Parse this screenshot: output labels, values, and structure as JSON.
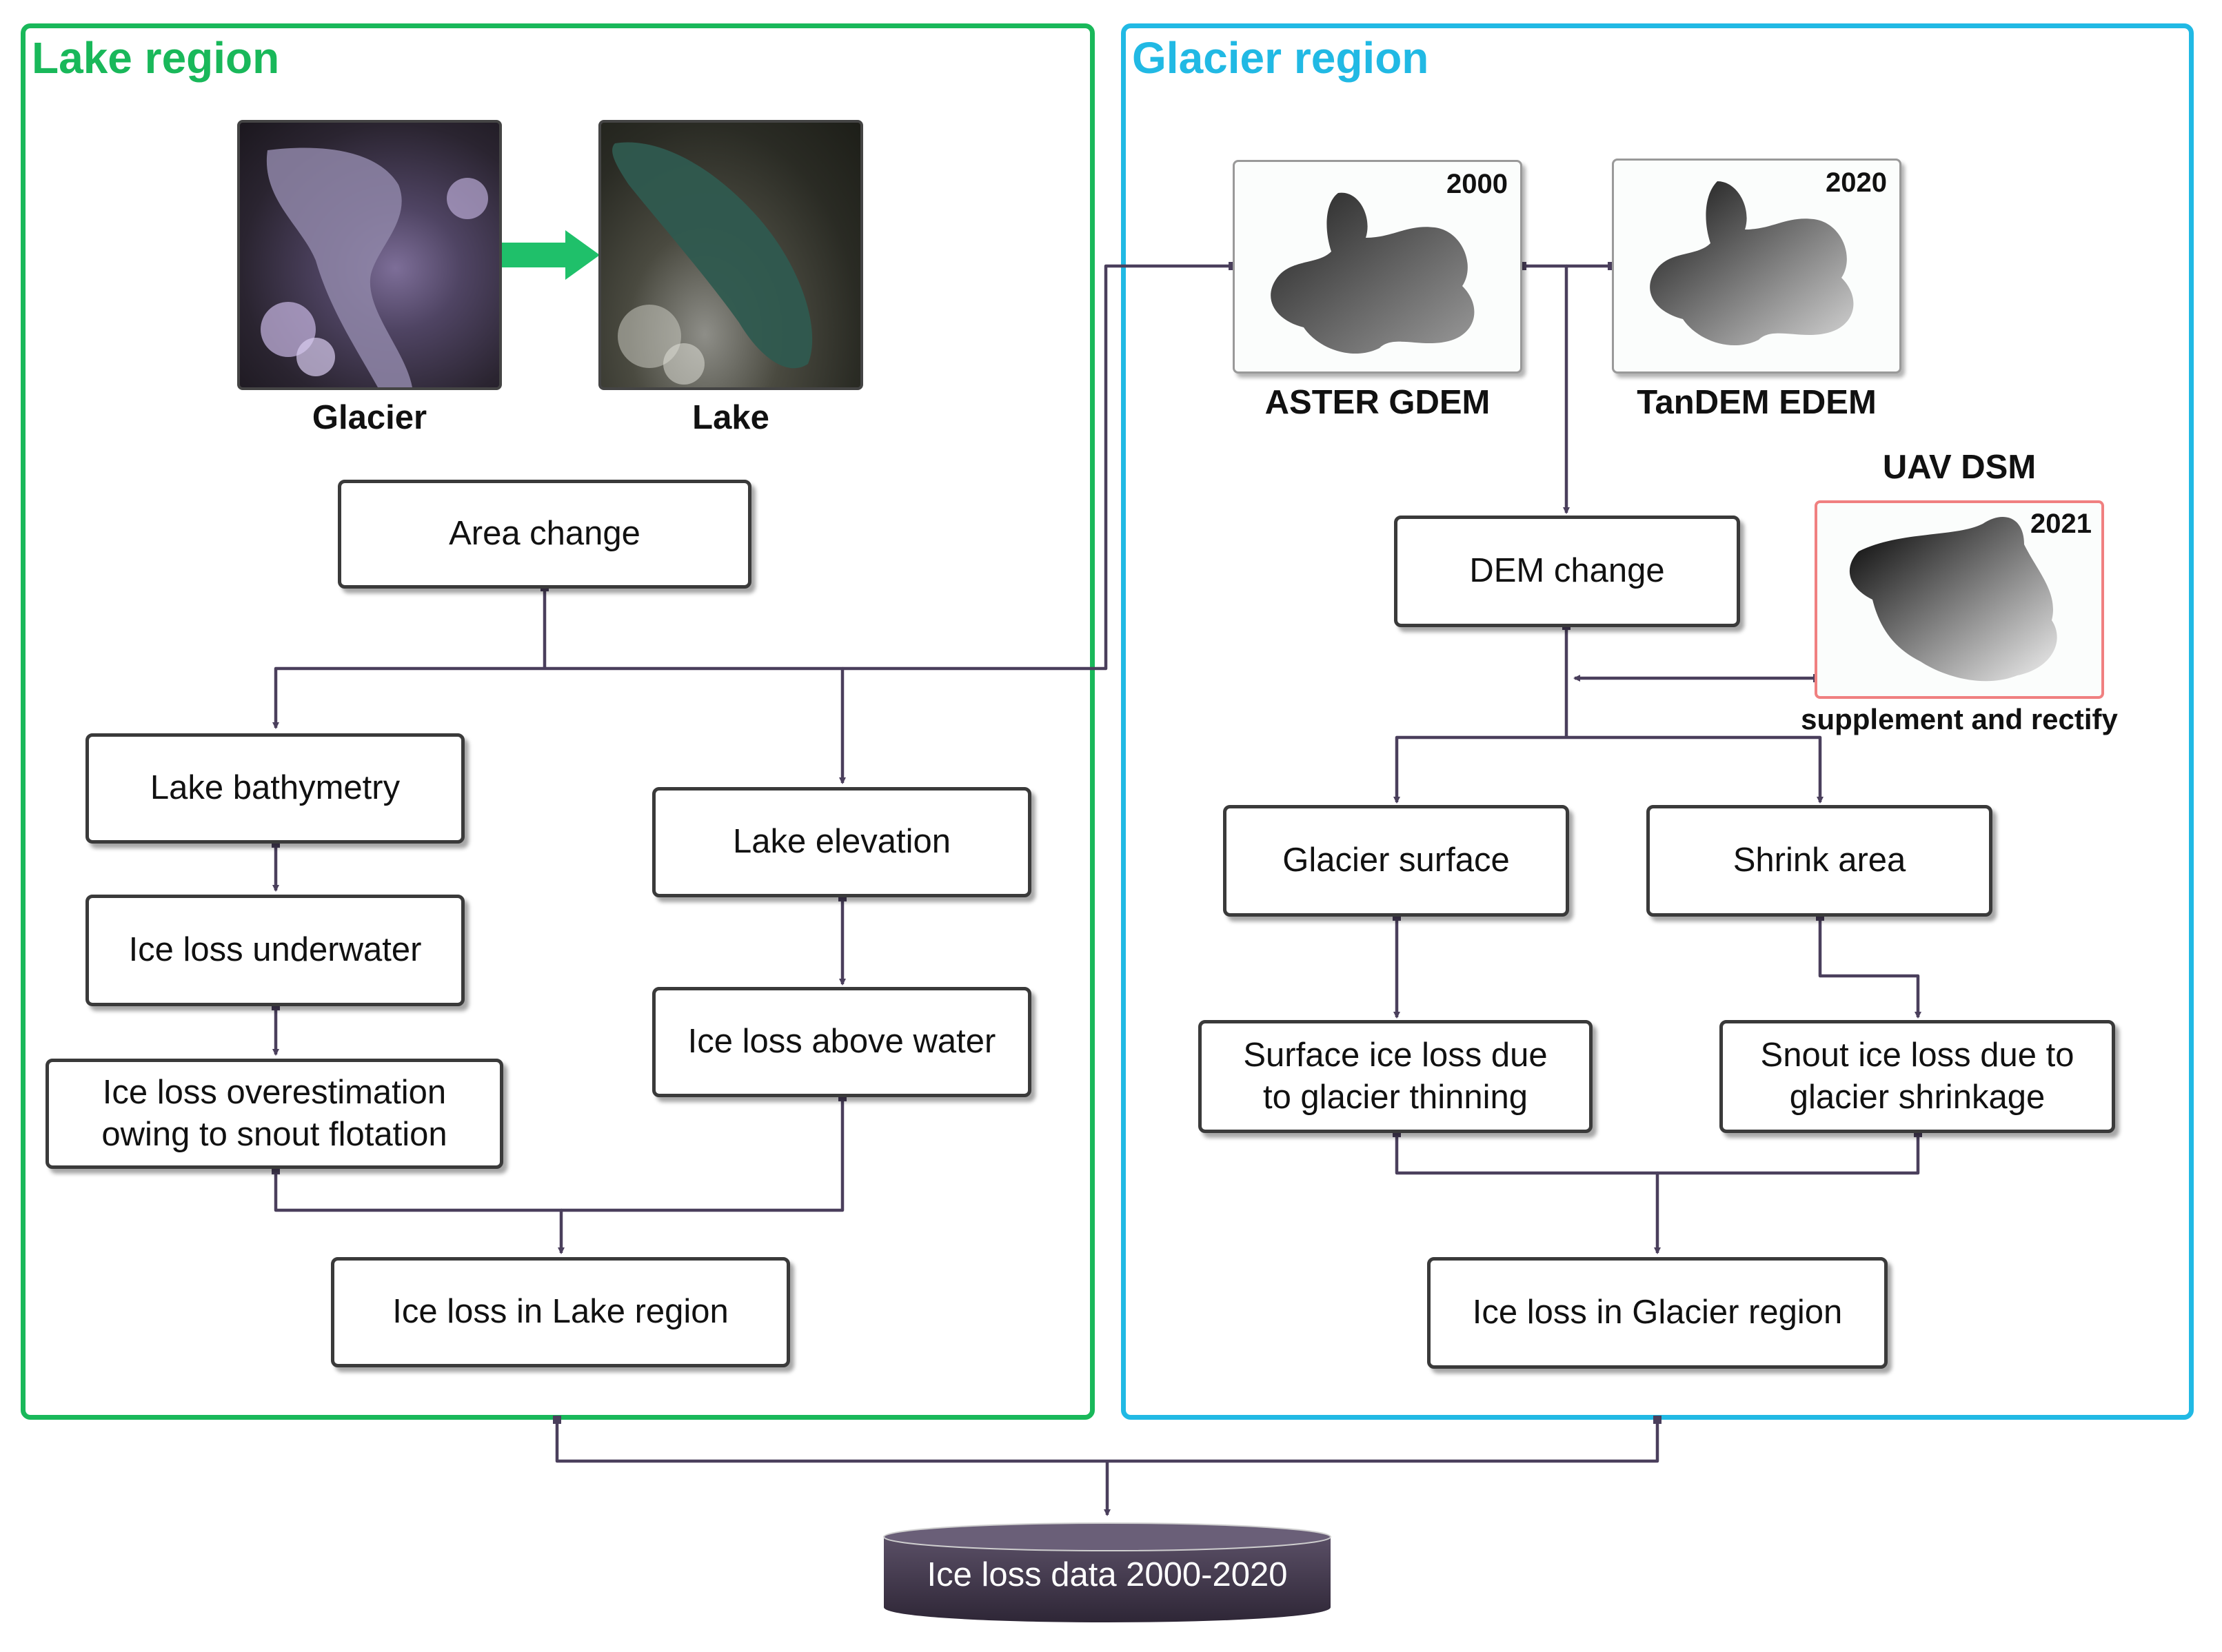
{
  "regions": {
    "lake_title": "Lake region",
    "glacier_title": "Glacier region",
    "lake_color": "#19b85a",
    "glacier_color": "#21b9e4"
  },
  "lake": {
    "image_glacier_label": "Glacier",
    "image_lake_label": "Lake",
    "area_change": "Area change",
    "bathymetry": "Lake bathymetry",
    "ice_loss_underwater": "Ice loss underwater",
    "overestimation_line1": "Ice loss overestimation",
    "overestimation_line2": "owing to snout flotation",
    "lake_elevation": "Lake elevation",
    "ice_loss_above_water": "Ice loss above water",
    "ice_loss_lake_region": "Ice loss in Lake region"
  },
  "glacier": {
    "aster_label": "ASTER GDEM",
    "aster_year": "2000",
    "tandem_label": "TanDEM EDEM",
    "tandem_year": "2020",
    "uav_label": "UAV DSM",
    "uav_year": "2021",
    "supplement_label": "supplement and rectify",
    "dem_change": "DEM change",
    "glacier_surface": "Glacier surface",
    "shrink_area": "Shrink area",
    "surface_loss_line1": "Surface ice loss due",
    "surface_loss_line2": "to glacier thinning",
    "snout_loss_line1": "Snout ice loss due to",
    "snout_loss_line2": "glacier shrinkage",
    "ice_loss_glacier_region": "Ice loss in Glacier region"
  },
  "output": {
    "database_label": "Ice loss data 2000-2020"
  },
  "colors": {
    "connector": "#4a3f5c",
    "arrow_green": "#1fc06a",
    "database_fill": "#3d3446"
  }
}
